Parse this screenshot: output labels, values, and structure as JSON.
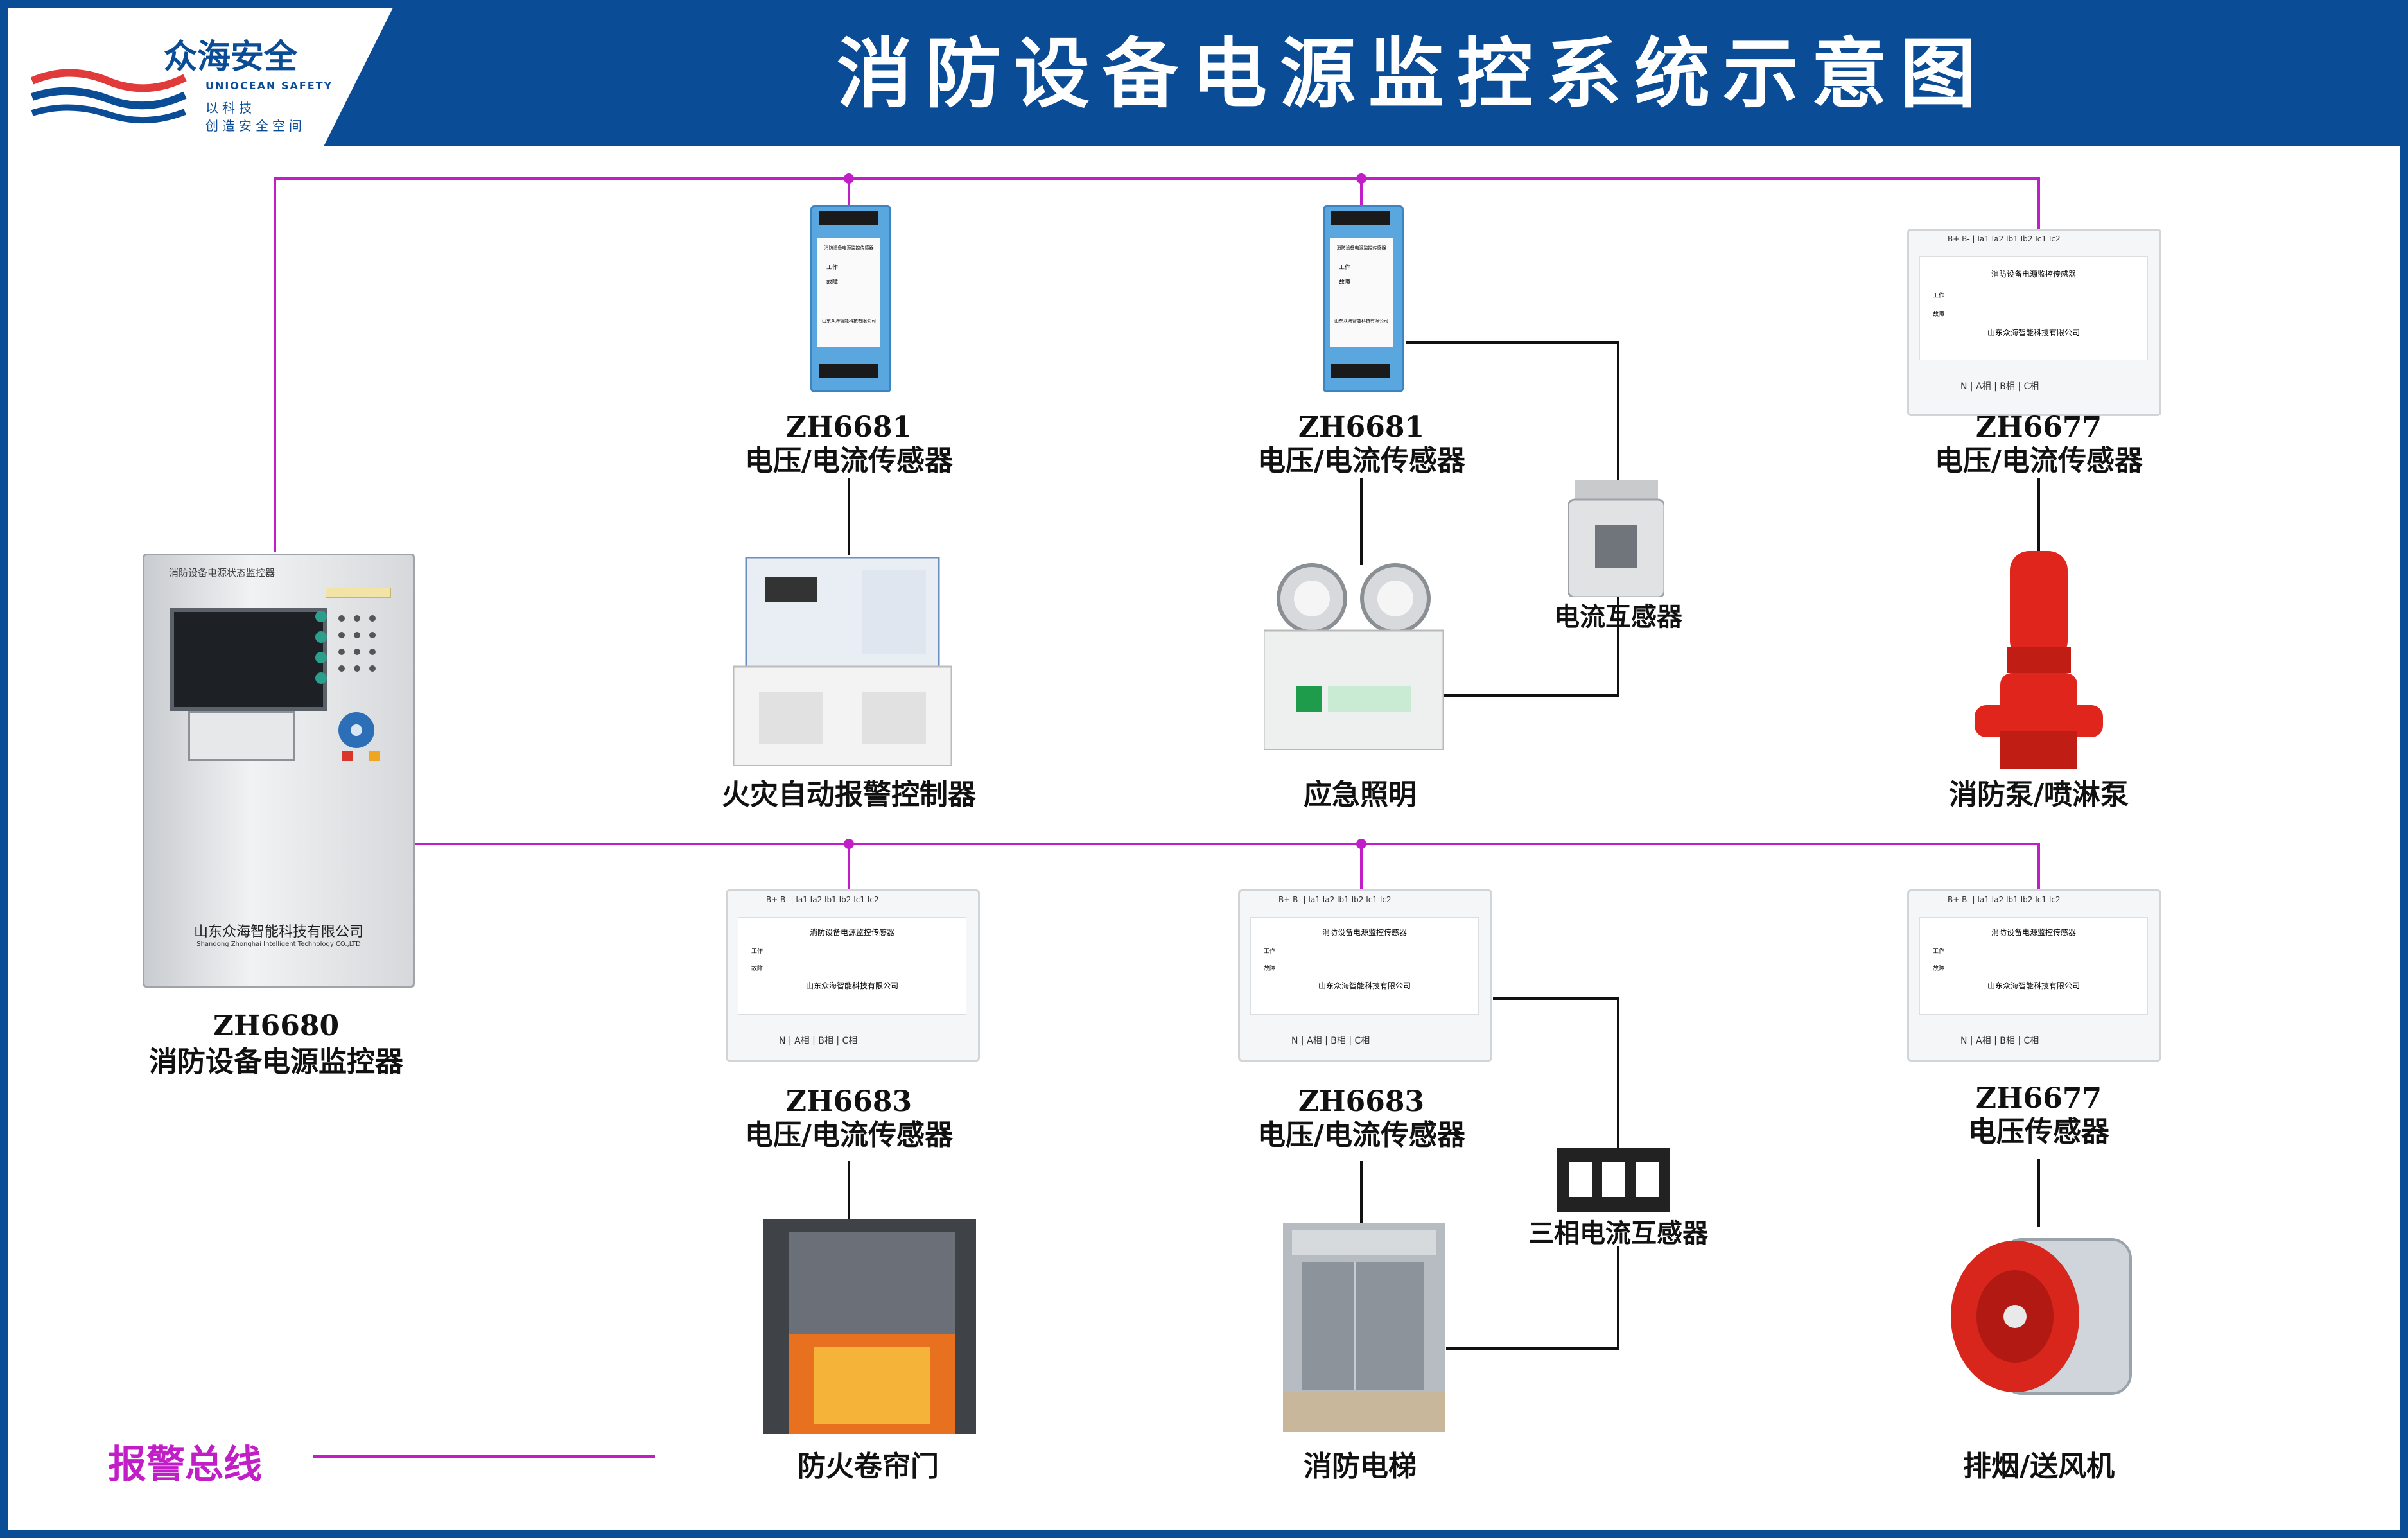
{
  "header": {
    "title": "消防设备电源监控系统示意图",
    "logo": {
      "brand": "众海安全",
      "brand_en": "UNIOCEAN SAFETY",
      "slogan_line1": "以科技",
      "slogan_line2": "创造安全空间"
    }
  },
  "colors": {
    "header_blue": "#0b4c97",
    "alarm_bus": "#c21ec8",
    "wire": "#111111"
  },
  "legend": {
    "alarm_bus_label": "报警总线"
  },
  "controller": {
    "model": "ZH6680",
    "name": "消防设备电源监控器",
    "panel_title": "消防设备电源状态监控器",
    "company": "山东众海智能科技有限公司",
    "company_en": "Shandong Zhonghai Intelligent Technology CO.,LTD"
  },
  "devices": {
    "s1": {
      "model": "ZH6681",
      "name": "电压/电流传感器",
      "face_title": "消防设备电源监控传感器",
      "led_work": "工作",
      "led_fault": "故障",
      "company": "山东众海智能科技有限公司"
    },
    "s2": {
      "model": "ZH6681",
      "name": "电压/电流传感器",
      "face_title": "消防设备电源监控传感器",
      "led_work": "工作",
      "led_fault": "故障",
      "company": "山东众海智能科技有限公司"
    },
    "s3": {
      "model": "ZH6677",
      "name": "电压/电流传感器",
      "face_title": "消防设备电源监控传感器",
      "led_work": "工作",
      "led_fault": "故障",
      "company": "山东众海智能科技有限公司",
      "top_terminals": "B+ B- | Ia1 Ia2 Ib1 Ib2 Ic1 Ic2",
      "bottom_terminals": "N | A相 | B相 | C相"
    },
    "s4": {
      "model": "ZH6683",
      "name": "电压/电流传感器",
      "face_title": "消防设备电源监控传感器",
      "led_work": "工作",
      "led_fault": "故障",
      "company": "山东众海智能科技有限公司",
      "top_terminals": "B+ B- | Ia1 Ia2 Ib1 Ib2 Ic1 Ic2",
      "bottom_terminals": "N | A相 | B相 | C相"
    },
    "s5": {
      "model": "ZH6683",
      "name": "电压/电流传感器",
      "face_title": "消防设备电源监控传感器",
      "led_work": "工作",
      "led_fault": "故障",
      "company": "山东众海智能科技有限公司",
      "top_terminals": "B+ B- | Ia1 Ia2 Ib1 Ib2 Ic1 Ic2",
      "bottom_terminals": "N | A相 | B相 | C相"
    },
    "s6": {
      "model": "ZH6677",
      "name": "电压传感器",
      "face_title": "消防设备电源监控传感器",
      "led_work": "工作",
      "led_fault": "故障",
      "company": "山东众海智能科技有限公司",
      "top_terminals": "B+ B- | Ia1 Ia2 Ib1 Ib2 Ic1 Ic2",
      "bottom_terminals": "N | A相 | B相 | C相"
    }
  },
  "equipment": {
    "fire_alarm": "火灾自动报警控制器",
    "emergency_light": "应急照明",
    "current_transformer": "电流互感器",
    "fire_pump": "消防泵/喷淋泵",
    "fire_shutter": "防火卷帘门",
    "fire_elevator": "消防电梯",
    "three_phase_ct": "三相电流互感器",
    "smoke_fan": "排烟/送风机"
  }
}
